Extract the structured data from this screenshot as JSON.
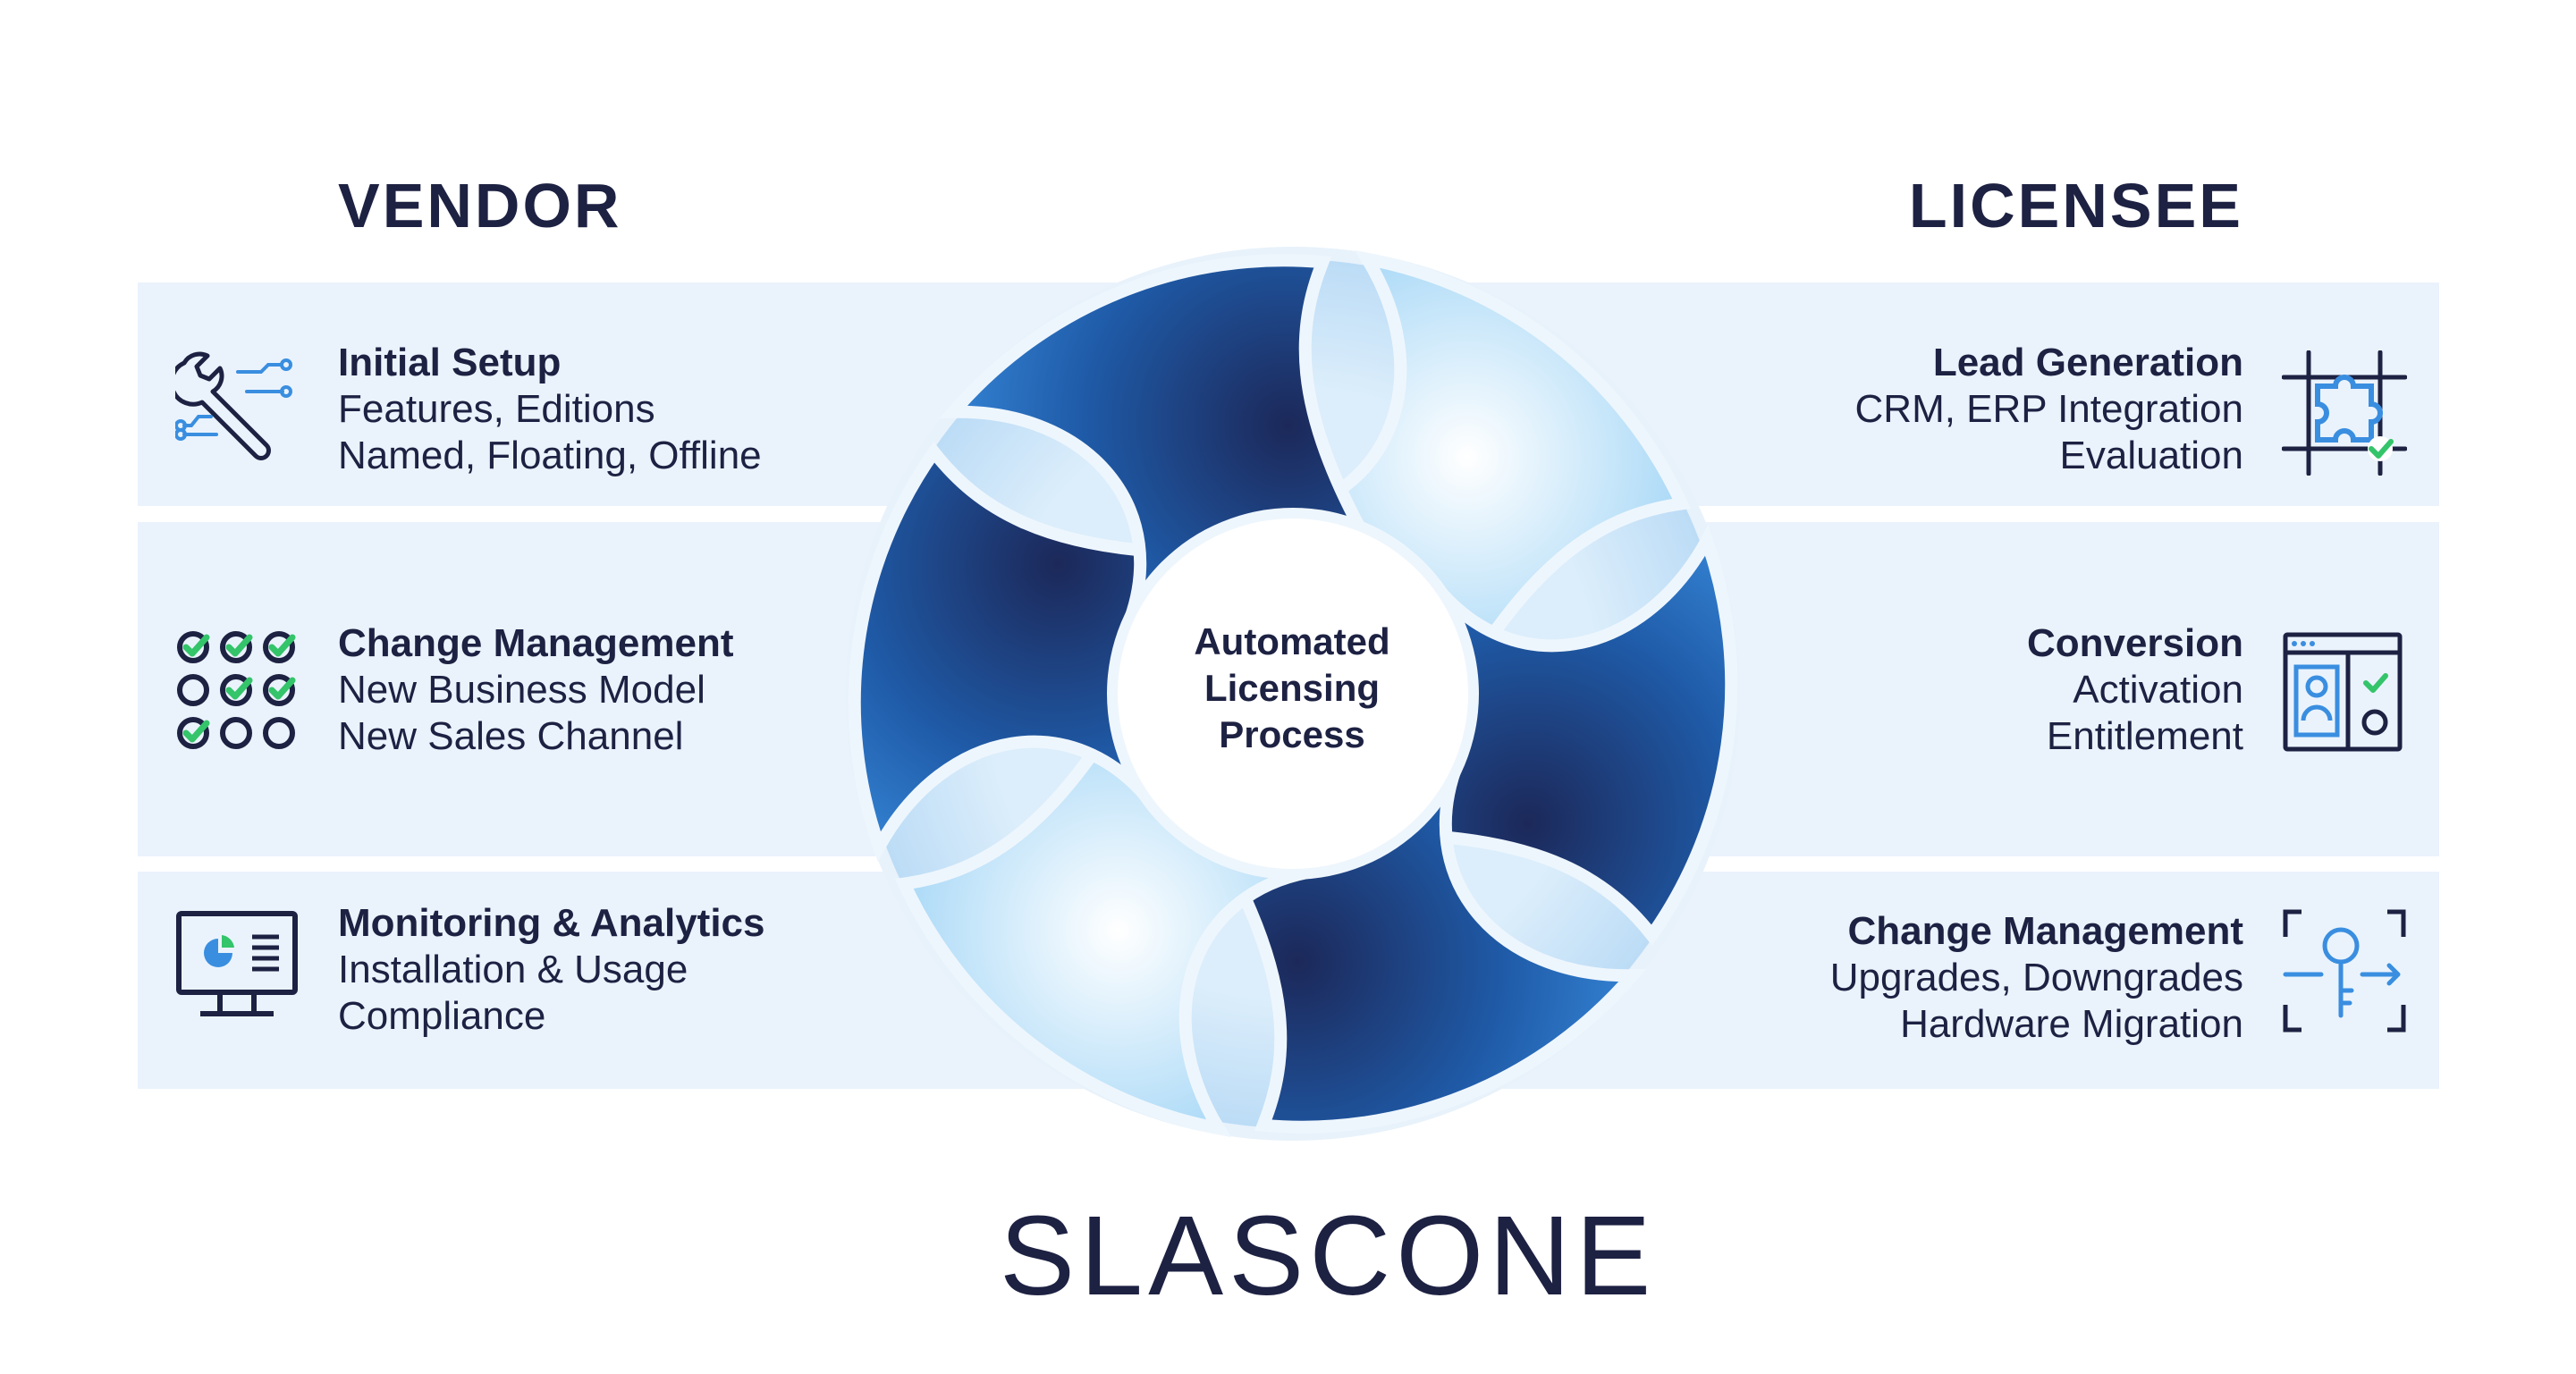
{
  "columns": {
    "vendor": "VENDOR",
    "licensee": "LICENSEE"
  },
  "vendor_items": [
    {
      "title": "Initial Setup",
      "lines": [
        "Features, Editions",
        "Named, Floating, Offline"
      ],
      "icon": "wrench-circuit-icon"
    },
    {
      "title": "Change Management",
      "lines": [
        "New Business Model",
        "New Sales Channel"
      ],
      "icon": "checklist-grid-icon"
    },
    {
      "title": "Monitoring & Analytics",
      "lines": [
        "Installation & Usage",
        "Compliance"
      ],
      "icon": "monitor-chart-icon"
    }
  ],
  "licensee_items": [
    {
      "title": "Lead Generation",
      "lines": [
        "CRM, ERP Integration",
        "Evaluation"
      ],
      "icon": "puzzle-check-icon"
    },
    {
      "title": "Conversion",
      "lines": [
        "Activation",
        "Entitlement"
      ],
      "icon": "id-card-check-icon"
    },
    {
      "title": "Change Management",
      "lines": [
        "Upgrades, Downgrades",
        "Hardware Migration"
      ],
      "icon": "key-transfer-icon"
    }
  ],
  "center": {
    "lines": [
      "Automated",
      "Licensing",
      "Process"
    ]
  },
  "brand": {
    "name": "SLASCONE"
  },
  "colors": {
    "navy": "#1d2142",
    "band": "#eaf3fc",
    "accent_blue": "#3a8ee0",
    "check_green": "#34c46a",
    "segment_dark": "#1f2f6b",
    "segment_light": "#8fd0f5"
  }
}
